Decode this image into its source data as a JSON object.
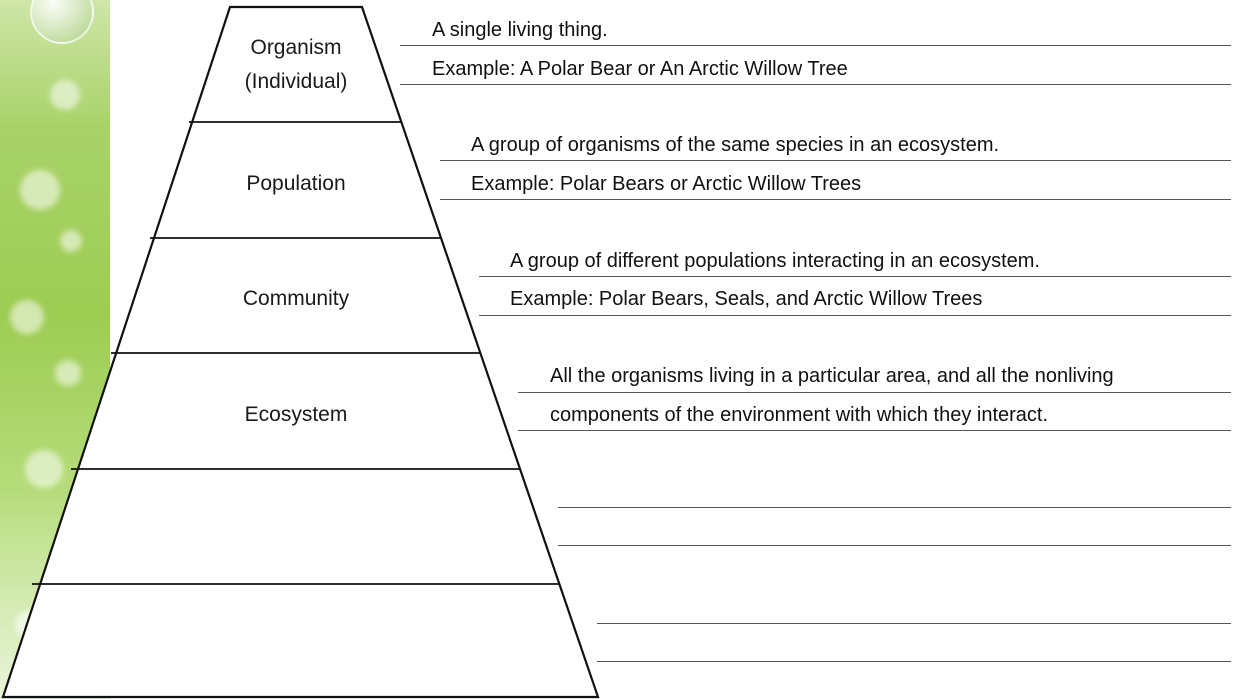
{
  "pyramid": {
    "levels": [
      {
        "name": "Organism",
        "sub": "(Individual)",
        "definition": "A single living thing.",
        "example": "Example:  A Polar Bear  or An Arctic Willow Tree"
      },
      {
        "name": "Population",
        "definition": "A group of organisms of the same species in an ecosystem.",
        "example": "Example: Polar Bears or Arctic Willow Trees"
      },
      {
        "name": "Community",
        "definition": "A group of different populations interacting in an ecosystem.",
        "example": "Example:  Polar Bears, Seals, and Arctic Willow Trees"
      },
      {
        "name": "Ecosystem",
        "definition": "All the organisms living in a particular area, and all the nonliving",
        "example": "components of the environment with which they interact."
      },
      {
        "name": "",
        "definition": "",
        "example": ""
      },
      {
        "name": "",
        "definition": "",
        "example": ""
      }
    ]
  }
}
